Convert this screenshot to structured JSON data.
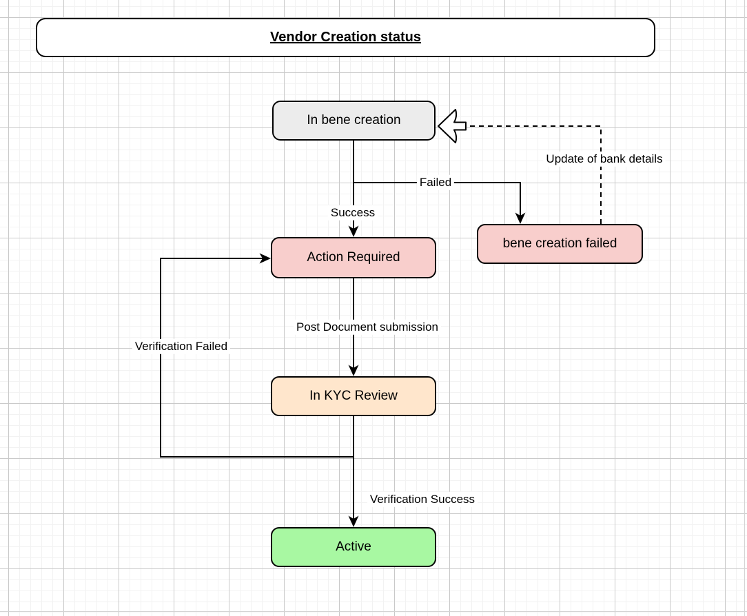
{
  "diagram": {
    "title": "Vendor Creation status",
    "nodes": {
      "in_bene_creation": {
        "label": "In bene creation",
        "fill": "#ececec"
      },
      "bene_creation_failed": {
        "label": "bene creation failed",
        "fill": "#f8cecc"
      },
      "action_required": {
        "label": "Action Required",
        "fill": "#f8cecc"
      },
      "in_kyc_review": {
        "label": "In KYC Review",
        "fill": "#ffe6cc"
      },
      "active": {
        "label": "Active",
        "fill": "#a8f8a2"
      }
    },
    "edges": {
      "success": {
        "label": "Success",
        "style": "solid",
        "from": "in_bene_creation",
        "to": "action_required"
      },
      "failed": {
        "label": "Failed",
        "style": "solid",
        "from": "in_bene_creation",
        "to": "bene_creation_failed"
      },
      "update_of_bank_details": {
        "label": "Update of bank details",
        "style": "dashed",
        "from": "bene_creation_failed",
        "to": "in_bene_creation"
      },
      "post_document_submission": {
        "label": "Post Document submission",
        "style": "solid",
        "from": "action_required",
        "to": "in_kyc_review"
      },
      "verification_failed": {
        "label": "Verification Failed",
        "style": "solid",
        "from": "in_kyc_review",
        "to": "action_required"
      },
      "verification_success": {
        "label": "Verification Success",
        "style": "solid",
        "from": "in_kyc_review",
        "to": "active"
      }
    },
    "canvas": {
      "background": "#ffffff",
      "grid_minor_color": "#f2f2f2",
      "grid_major_color": "#c9c9c9",
      "stroke_color": "#000000",
      "text_color": "#000000"
    }
  }
}
